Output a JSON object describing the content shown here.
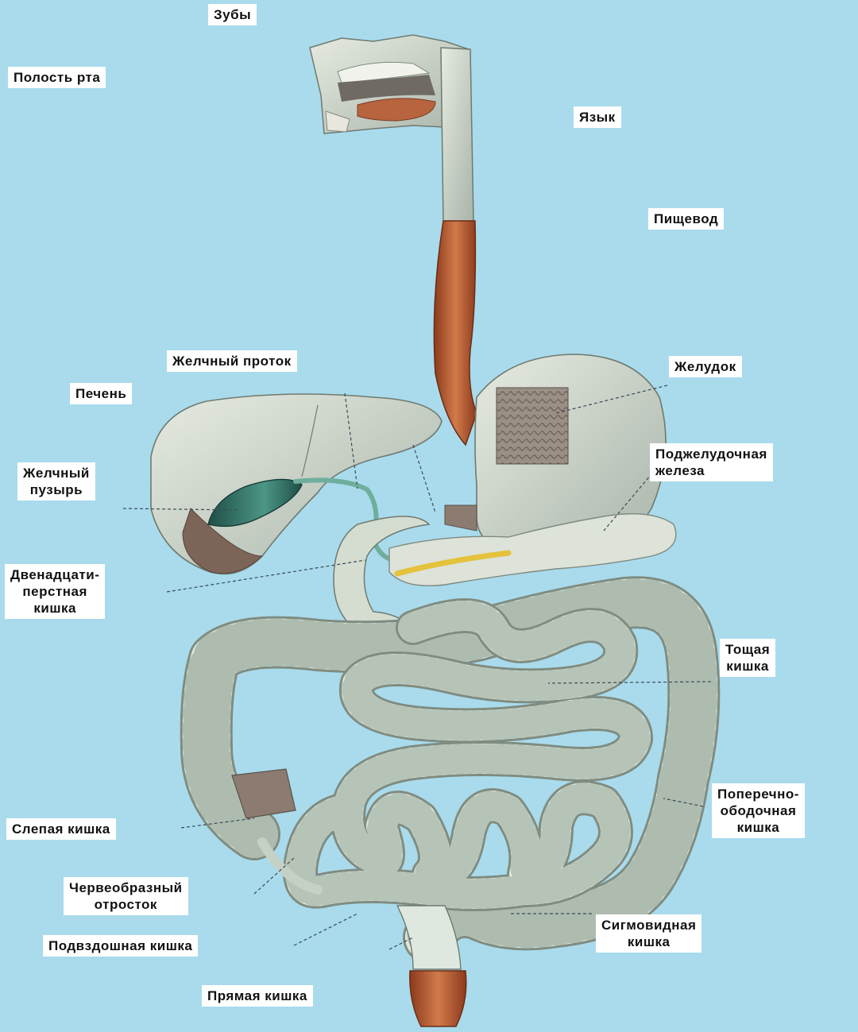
{
  "background_color": "#a9dbec",
  "organ_colors": {
    "tissue": "#d8dfd3",
    "tissue_shade": "#aeb9ae",
    "intestine": "#dfe8de",
    "intestine_shade": "#aebcb0",
    "muscle": "#c4683d",
    "gallbladder": "#2f6f63",
    "bile_duct": "#6fae9c",
    "pancreatic_duct": "#e4c23c"
  },
  "labels": {
    "teeth": "Зубы",
    "oral_cavity": "Полость рта",
    "tongue": "Язык",
    "esophagus": "Пищевод",
    "bile_duct": "Желчный проток",
    "stomach": "Желудок",
    "liver": "Печень",
    "pancreas": "Поджелудочная\nжелеза",
    "gallbladder": "Желчный\nпузырь",
    "duodenum": "Двенадцати-\nперстная\nкишка",
    "jejunum": "Тощая\nкишка",
    "transverse_colon": "Поперечно-\nободочная\nкишка",
    "cecum": "Слепая кишка",
    "appendix": "Червеобразный\nотросток",
    "sigmoid_colon": "Сигмовидная\nкишка",
    "ileum": "Подвздошная кишка",
    "rectum": "Прямая кишка"
  }
}
